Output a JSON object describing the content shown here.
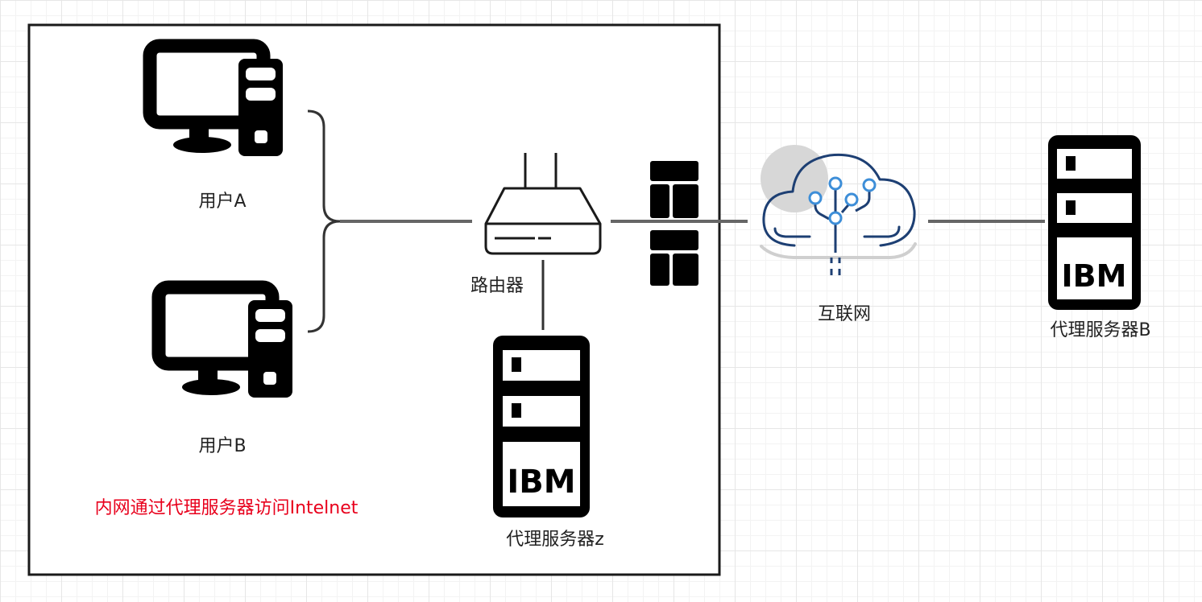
{
  "nodes": {
    "user_a": {
      "label": "用户A",
      "icon": "desktop-computer-icon"
    },
    "user_b": {
      "label": "用户B",
      "icon": "desktop-computer-icon"
    },
    "router": {
      "label": "路由器",
      "icon": "router-icon"
    },
    "firewall": {
      "icon": "firewall-icon"
    },
    "internet": {
      "label": "互联网",
      "icon": "cloud-network-icon"
    },
    "proxy_z": {
      "label": "代理服务器z",
      "icon": "ibm-server-icon",
      "brand": "IBM"
    },
    "proxy_b": {
      "label": "代理服务器B",
      "icon": "ibm-server-icon",
      "brand": "IBM"
    }
  },
  "note": {
    "text": "内网通过代理服务器访问Intelnet",
    "color": "#e8001c"
  },
  "colors": {
    "icon": "#000000",
    "connector": "#666666",
    "cloud_stroke": "#1d3f73",
    "cloud_node": "#3d8ed8",
    "cloud_shadow": "#d7d7d7"
  }
}
